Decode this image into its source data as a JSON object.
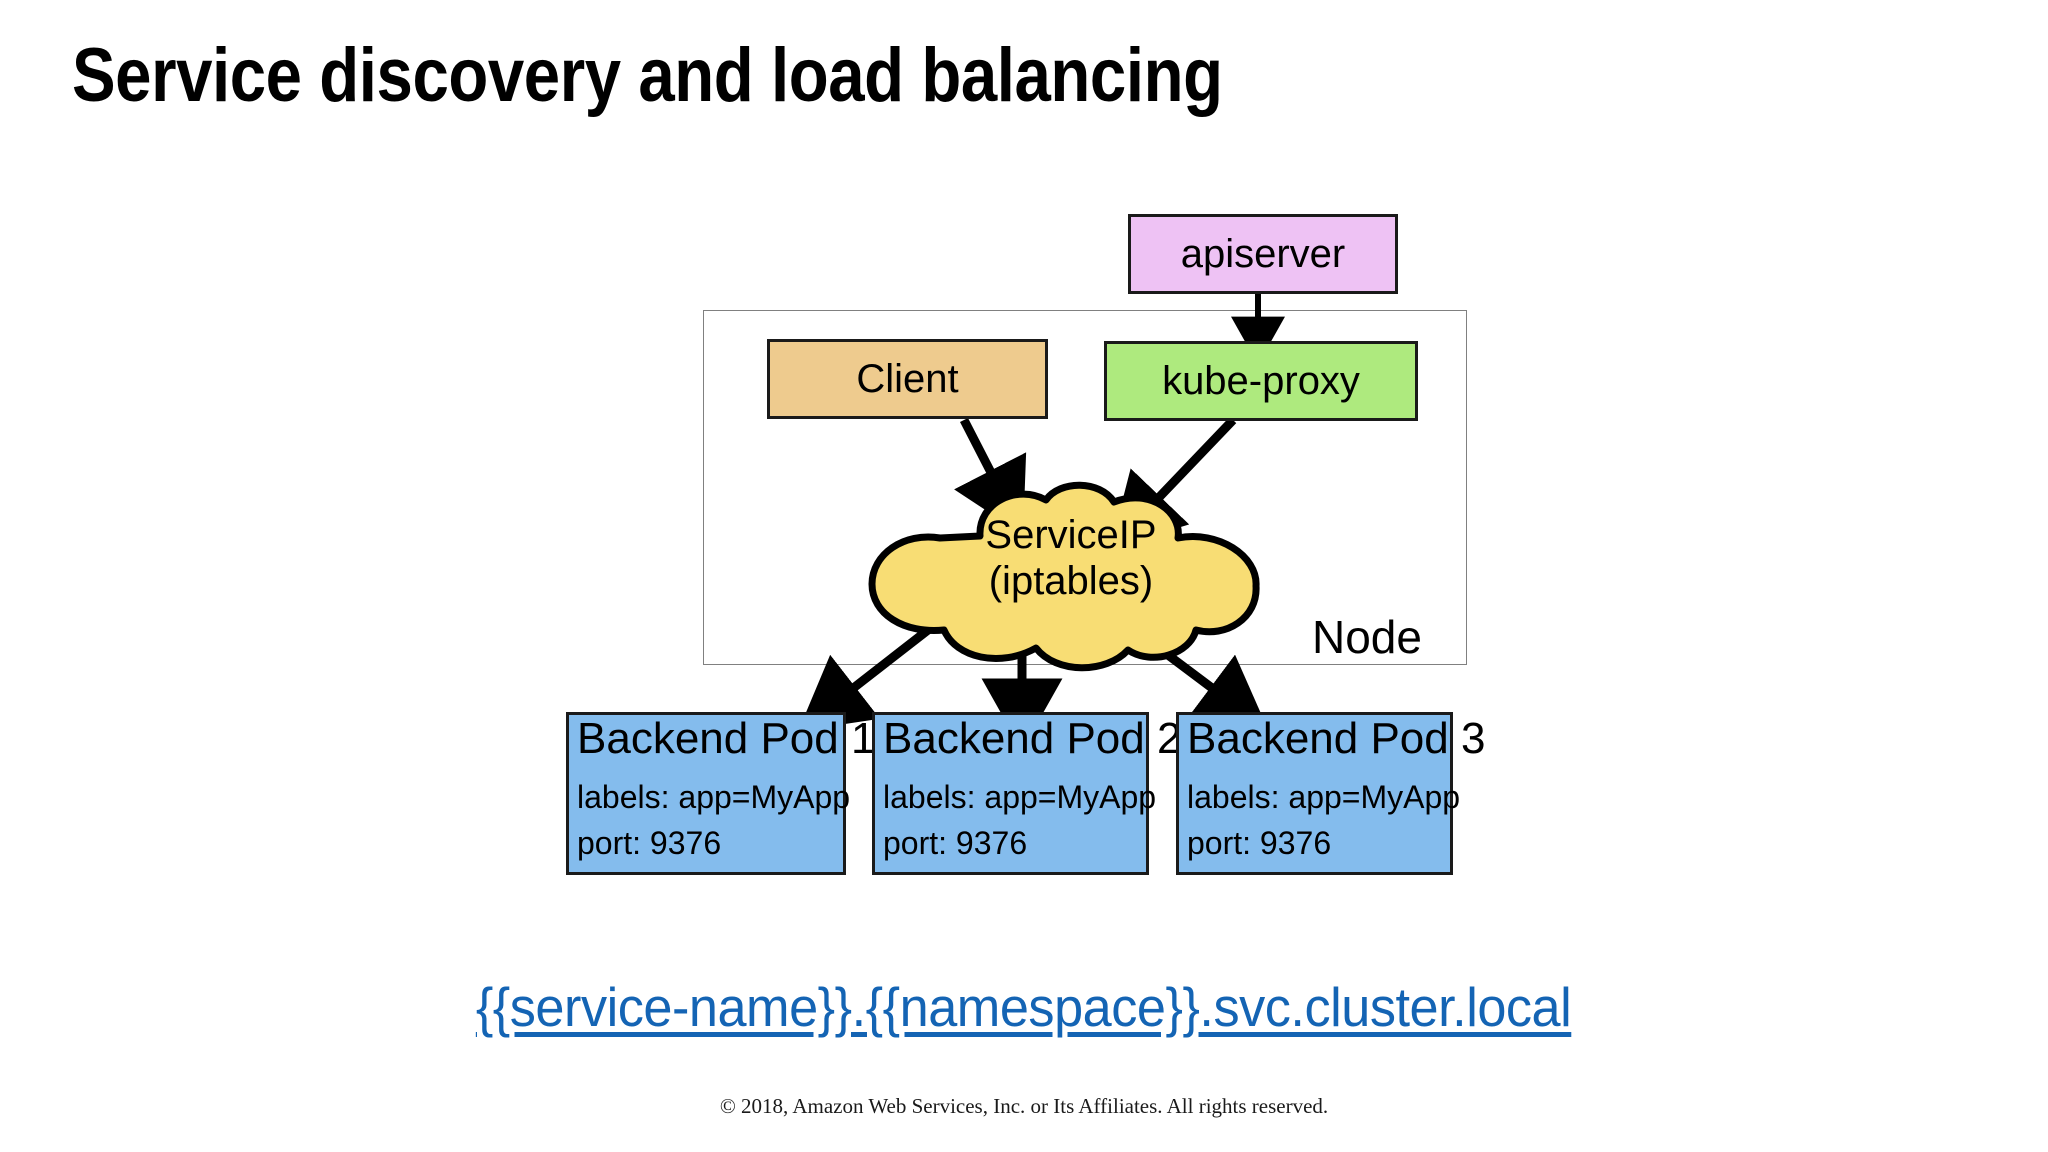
{
  "slide": {
    "title": "Service discovery and load balancing",
    "footer": "© 2018, Amazon Web Services, Inc. or Its Affiliates. All rights reserved.",
    "dns_link": "{{service-name}}.{{namespace}}.svc.cluster.local"
  },
  "diagram": {
    "node_label": "Node",
    "apiserver": {
      "label": "apiserver",
      "color": "#eec2f4"
    },
    "client": {
      "label": "Client",
      "color": "#eecb8e"
    },
    "kube_proxy": {
      "label": "kube-proxy",
      "color": "#aeea7e"
    },
    "service_ip": {
      "line1": "ServiceIP",
      "line2": "(iptables)",
      "color": "#f8dd74"
    },
    "pods": [
      {
        "title": "Backend Pod 1",
        "labels_line": "labels: app=MyApp",
        "port_line": "port: 9376",
        "color": "#84bced"
      },
      {
        "title": "Backend Pod 2",
        "labels_line": "labels: app=MyApp",
        "port_line": "port: 9376",
        "color": "#84bced"
      },
      {
        "title": "Backend Pod 3",
        "labels_line": "labels: app=MyApp",
        "port_line": "port: 9376",
        "color": "#84bced"
      }
    ]
  },
  "colors": {
    "link": "#1464b4",
    "stroke": "#1a1a1a",
    "node_border": "#808080",
    "background": "#ffffff"
  },
  "chart_data": {
    "type": "diagram",
    "title": "Service discovery and load balancing",
    "nodes": [
      {
        "id": "apiserver",
        "label": "apiserver",
        "shape": "rect",
        "fill": "#eec2f4"
      },
      {
        "id": "client",
        "label": "Client",
        "shape": "rect",
        "fill": "#eecb8e"
      },
      {
        "id": "kube-proxy",
        "label": "kube-proxy",
        "shape": "rect",
        "fill": "#aeea7e"
      },
      {
        "id": "serviceip",
        "label": "ServiceIP (iptables)",
        "shape": "cloud",
        "fill": "#f8dd74"
      },
      {
        "id": "pod1",
        "label": "Backend Pod 1",
        "shape": "rect",
        "fill": "#84bced"
      },
      {
        "id": "pod2",
        "label": "Backend Pod 2",
        "shape": "rect",
        "fill": "#84bced"
      },
      {
        "id": "pod3",
        "label": "Backend Pod 3",
        "shape": "rect",
        "fill": "#84bced"
      },
      {
        "id": "node",
        "label": "Node",
        "shape": "container",
        "fill": "#ffffff"
      }
    ],
    "edges": [
      {
        "from": "apiserver",
        "to": "kube-proxy"
      },
      {
        "from": "client",
        "to": "serviceip"
      },
      {
        "from": "kube-proxy",
        "to": "serviceip"
      },
      {
        "from": "serviceip",
        "to": "pod1"
      },
      {
        "from": "serviceip",
        "to": "pod2"
      },
      {
        "from": "serviceip",
        "to": "pod3"
      }
    ]
  }
}
